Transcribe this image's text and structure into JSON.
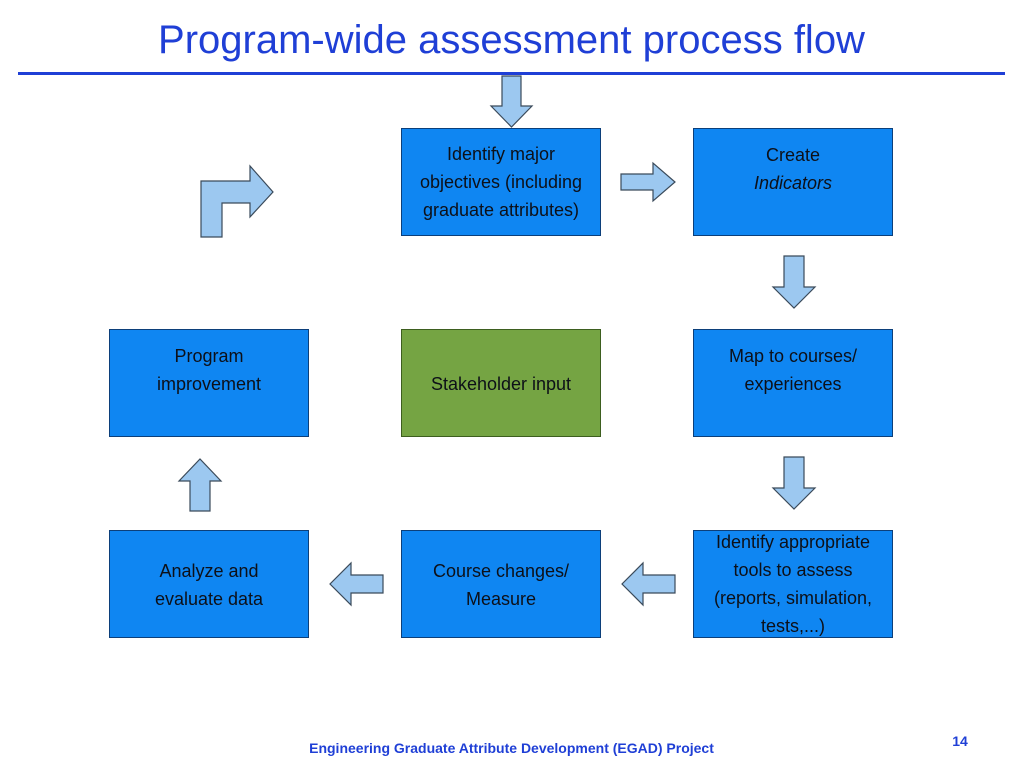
{
  "slide": {
    "title": "Program-wide assessment process flow",
    "footer": "Engineering Graduate Attribute Development (EGAD) Project",
    "page_number": "14"
  },
  "boxes": {
    "identify_objectives": [
      "Identify major",
      "objectives (including",
      "graduate attributes)"
    ],
    "create_indicators": {
      "line1": "Create",
      "line2": "Indicators"
    },
    "map_courses": [
      "Map to courses/",
      "experiences"
    ],
    "identify_tools": [
      "Identify appropriate",
      "tools to assess",
      "(reports, simulation,",
      "tests,...)"
    ],
    "course_changes": [
      "Course changes/",
      "Measure"
    ],
    "analyze_data": [
      "Analyze and",
      "evaluate data"
    ],
    "program_improvement": [
      "Program",
      "improvement"
    ],
    "stakeholder_input": "Stakeholder input"
  },
  "colors": {
    "process_box": "#0f86f2",
    "stakeholder_box": "#75a443",
    "arrow_fill": "#9cc8f0",
    "title_blue": "#1f3fd6"
  }
}
